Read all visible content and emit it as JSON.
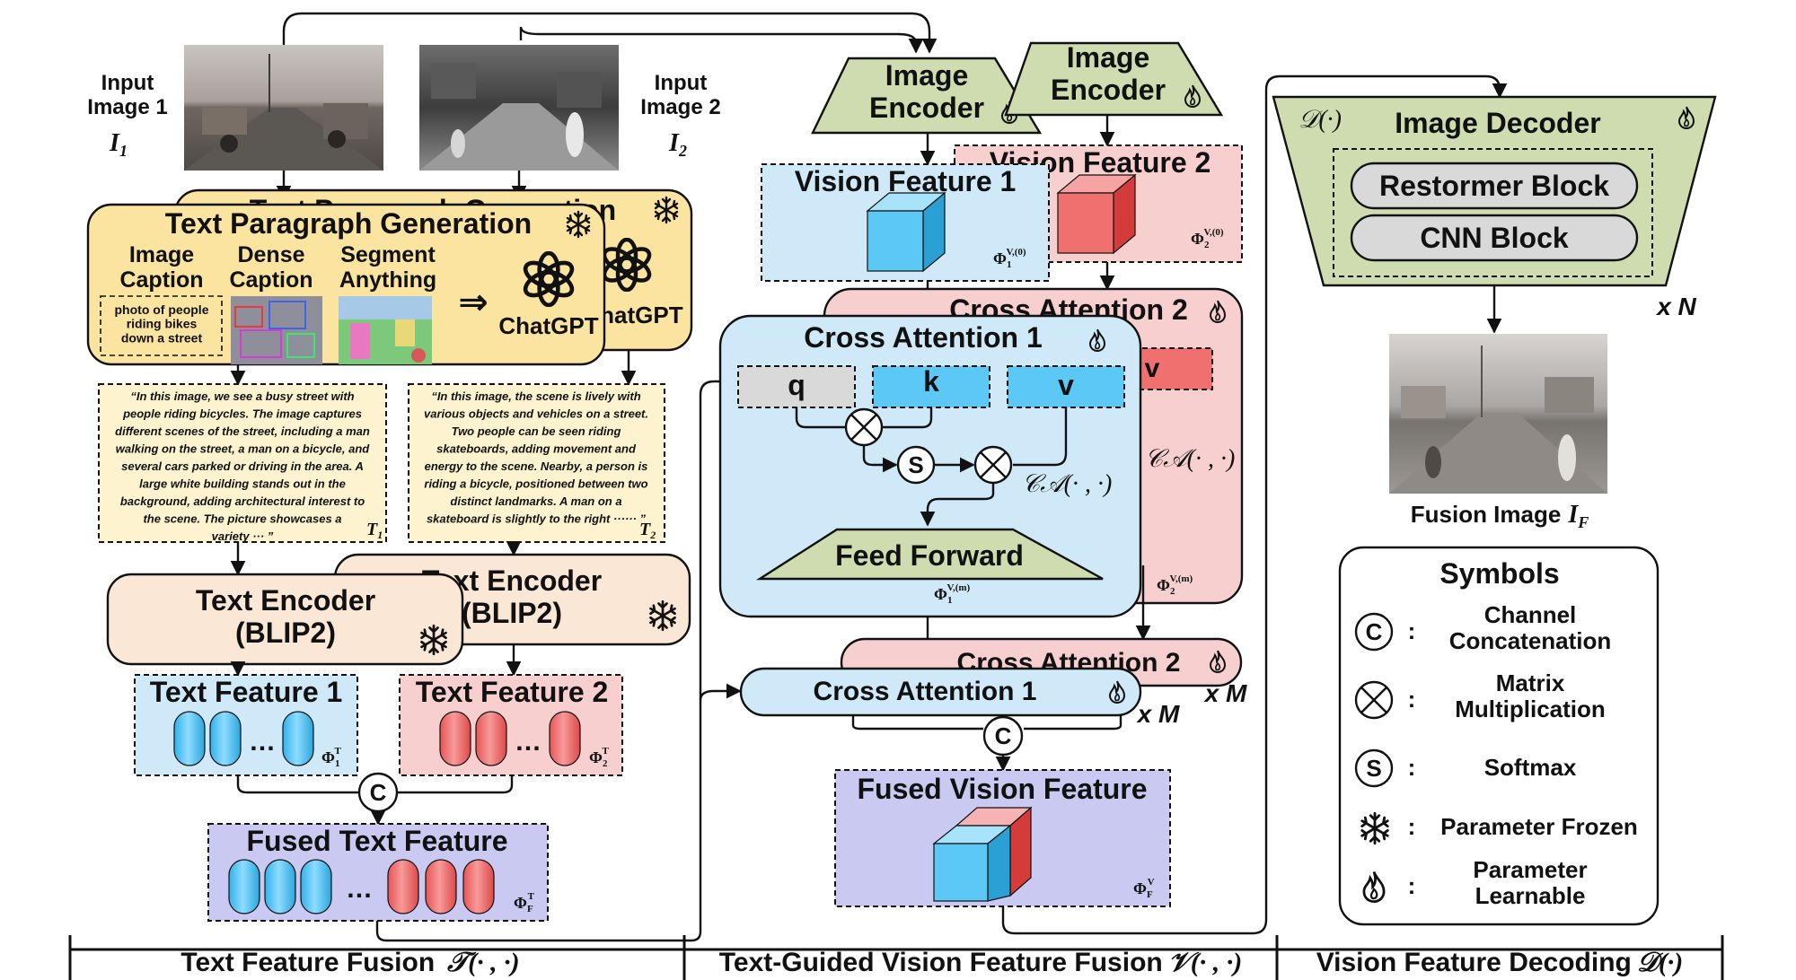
{
  "input": {
    "image1_label": "Input\nImage 1",
    "image1_symbol": "I",
    "image1_sub": "1",
    "image2_label": "Input\nImage 2",
    "image2_symbol": "I",
    "image2_sub": "2"
  },
  "text_branch": {
    "tpg_title": "Text Paragraph Generation",
    "tpg_back_title": "Text Paragraph Generation",
    "image_caption": "Image\nCaption",
    "dense_caption": "Dense\nCaption",
    "segment_anything": "Segment\nAnything",
    "caption_example": "photo of people\nriding bikes\ndown a street",
    "chatgpt": "ChatGPT",
    "chatgpt_back": "ChatGPT",
    "arrow_symbol": "⇒",
    "paragraph1": [
      "“In this image, we see a busy street with",
      "people riding bicycles. The image captures",
      "different scenes of the street, including a man",
      "walking on the street, a man on a bicycle, and",
      "several cars parked or driving in the area. A",
      "large white building stands out in the",
      "background, adding architectural interest to",
      "the scene. The picture showcases a",
      "variety ··· ”"
    ],
    "paragraph1_tag": "T",
    "paragraph1_tag_sub": "1",
    "paragraph2": [
      "“In this image, the scene is lively with",
      "various objects and vehicles on a street.",
      "Two people can be seen riding",
      "skateboards, adding movement and",
      "energy to the scene. Nearby, a person is",
      "riding a bicycle, positioned between two",
      "distinct landmarks. A man on a",
      "skateboard is slightly to the right ······ ”"
    ],
    "paragraph2_tag": "T",
    "paragraph2_tag_sub": "2",
    "text_encoder_front": "Text Encoder\n(BLIP2)",
    "text_encoder_back": "Text Encoder\n(BLIP2)",
    "text_feature_1": "Text Feature 1",
    "text_feature_1_sym": "Φ",
    "text_feature_1_sup": "T",
    "text_feature_1_sub": "1",
    "text_feature_2": "Text Feature 2",
    "text_feature_2_sym": "Φ",
    "text_feature_2_sup": "T",
    "text_feature_2_sub": "2",
    "fused_text_feature": "Fused Text Feature",
    "fused_text_sym": "Φ",
    "fused_text_sup": "T",
    "fused_text_sub": "F",
    "ellipsis": "…"
  },
  "vision_branch": {
    "image_encoder_1": "Image\nEncoder",
    "image_encoder_2": "Image\nEncoder",
    "vision_feature_1": "Vision Feature 1",
    "vision_feature_1_sym": "Φ",
    "vision_feature_1_sup": "V,(0)",
    "vision_feature_1_sub": "1",
    "vision_feature_2": "Vision Feature 2",
    "vision_feature_2_sym": "Φ",
    "vision_feature_2_sup": "V,(0)",
    "vision_feature_2_sub": "2",
    "cross_attention_1": "Cross Attention 1",
    "cross_attention_2": "Cross Attention 2",
    "q": "q",
    "k": "k",
    "v": "v",
    "v_back": "v",
    "softmax_letter": "S",
    "ca_label": "𝒞𝒜(· , ·)",
    "ca_label_back": "𝒞𝒜(· , ·)",
    "feed_forward": "Feed Forward",
    "phi1_m_sym": "Φ",
    "phi1_m_sup": "V,(m)",
    "phi1_m_sub": "1",
    "phi2_m_sym": "Φ",
    "phi2_m_sup": "V,(m)",
    "phi2_m_sub": "2",
    "cross_attention_1_small": "Cross Attention 1",
    "cross_attention_2_small": "Cross Attention 2",
    "times_m_front": "x M",
    "times_m_back": "x M",
    "concat_letter": "C",
    "fused_vision_feature": "Fused Vision Feature",
    "fused_vision_sym": "Φ",
    "fused_vision_sup": "V",
    "fused_vision_sub": "F"
  },
  "decoder": {
    "d_symbol": "𝒟(·)",
    "image_decoder": "Image Decoder",
    "restormer_block": "Restormer Block",
    "cnn_block": "CNN Block",
    "times_n": "x N",
    "fusion_image_label": "Fusion Image",
    "fusion_image_symbol": "I",
    "fusion_image_sub": "F"
  },
  "symbols_legend": {
    "title": "Symbols",
    "items": [
      {
        "glyph": "C",
        "colon": ":",
        "label": "Channel\nConcatenation"
      },
      {
        "glyph": "⊗",
        "colon": ":",
        "label": "Matrix\nMultiplication"
      },
      {
        "glyph": "S",
        "colon": ":",
        "label": "Softmax"
      },
      {
        "glyph": "❄",
        "colon": ":",
        "label": "Parameter Frozen"
      },
      {
        "glyph": "flame",
        "colon": ":",
        "label": "Parameter\nLearnable"
      }
    ]
  },
  "sections": {
    "text_fusion": "Text Feature Fusion",
    "text_fusion_sym": "𝒯(· , ·)",
    "vision_fusion": "Text-Guided Vision Feature Fusion",
    "vision_fusion_sym": "𝒱(· , ·)",
    "decoding": "Vision Feature Decoding",
    "decoding_sym": "𝒟(·)"
  },
  "icons": {
    "frozen": "snowflake-icon",
    "learnable": "flame-icon",
    "chatgpt": "openai-logo-icon"
  },
  "colors": {
    "yellow_box": "#fbe3a0",
    "peach_box": "#fbe7d6",
    "blue_box": "#cfe9f8",
    "pink_box": "#f7cfcf",
    "purple_box": "#c9c9f2",
    "blue_cell": "#5cc8f5",
    "pink_cell": "#f07070",
    "green_encoder": "#cfdcb0",
    "gray_block": "#d9d9d9",
    "dark_border": "#111111"
  }
}
